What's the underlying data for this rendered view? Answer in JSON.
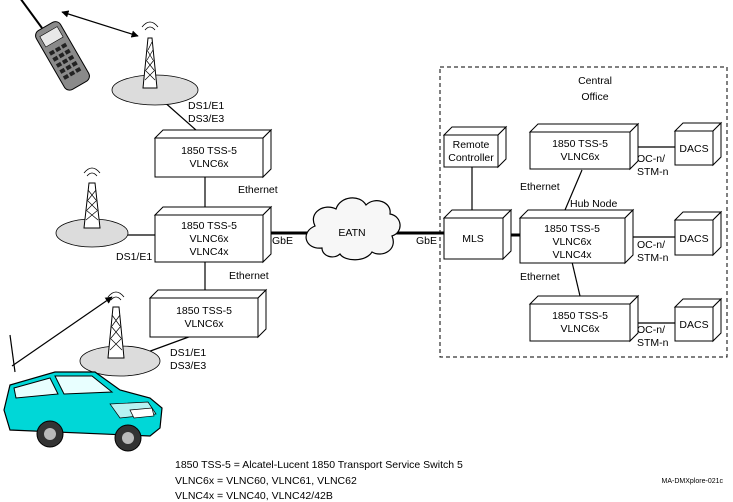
{
  "central_office": {
    "line1": "Central",
    "line2": "Office"
  },
  "nodes": {
    "tss_top": {
      "line1": "1850 TSS-5",
      "line2": "VLNC6x"
    },
    "tss_mid": {
      "line1": "1850 TSS-5",
      "line2": "VLNC6x",
      "line3": "VLNC4x"
    },
    "tss_bot": {
      "line1": "1850 TSS-5",
      "line2": "VLNC6x"
    },
    "remote": {
      "line1": "Remote",
      "line2": "Controller"
    },
    "mls": {
      "label": "MLS"
    },
    "tss_co_top": {
      "line1": "1850 TSS-5",
      "line2": "VLNC6x"
    },
    "tss_hub": {
      "line1": "1850 TSS-5",
      "line2": "VLNC6x",
      "line3": "VLNC4x"
    },
    "tss_co_bot": {
      "line1": "1850 TSS-5",
      "line2": "VLNC6x"
    },
    "dacs_top": {
      "label": "DACS"
    },
    "dacs_mid": {
      "label": "DACS"
    },
    "dacs_bot": {
      "label": "DACS"
    },
    "eatn": {
      "label": "EATN"
    }
  },
  "labels": {
    "ds_top_1": "DS1/E1",
    "ds_top_2": "DS3/E3",
    "ethernet_top": "Ethernet",
    "ds_mid": "DS1/E1",
    "gbe_left": "GbE",
    "ethernet_bot": "Ethernet",
    "ds_bot_1": "DS1/E1",
    "ds_bot_2": "DS3/E3",
    "gbe_right": "GbE",
    "ethernet_co_top": "Ethernet",
    "hub_node": "Hub Node",
    "ethernet_co_bot": "Ethernet",
    "oc_top_1": "OC-n/",
    "oc_top_2": "STM-n",
    "oc_mid_1": "OC-n/",
    "oc_mid_2": "STM-n",
    "oc_bot_1": "OC-n/",
    "oc_bot_2": "STM-n"
  },
  "legend": {
    "line1": "1850 TSS-5 = Alcatel-Lucent 1850 Transport Service Switch 5",
    "line2": "VLNC6x = VLNC60, VLNC61, VLNC62",
    "line3": "VLNC4x = VLNC40, VLNC42/42B"
  },
  "figure_id": "MA-DMXplore-021c"
}
